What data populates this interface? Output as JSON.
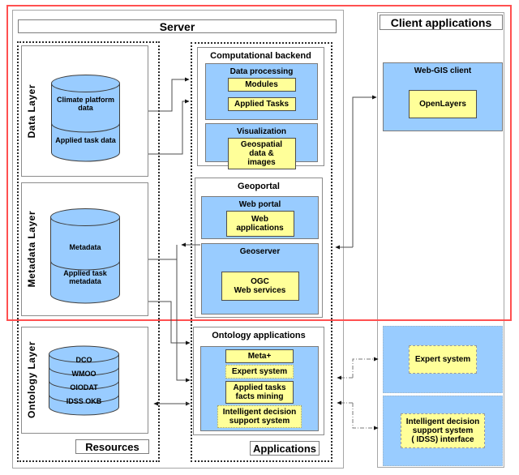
{
  "colors": {
    "panel_blue": "#99CCFF",
    "chip_yellow": "#FFFF99",
    "frame_red": "#FF5050"
  },
  "server": {
    "title": "Server"
  },
  "footers": {
    "resources": "Resources",
    "applications": "Applications"
  },
  "layers": {
    "data": {
      "label": "Data Layer",
      "db_top": "Climate platform\ndata",
      "db_bottom": "Applied task data"
    },
    "metadata": {
      "label": "Metadata Layer",
      "db_top": "Metadata",
      "db_bottom": "Applied task\nmetadata"
    },
    "ontology": {
      "label": "Ontology Layer",
      "bands": [
        "DCO",
        "WMOO",
        "OIODAT",
        "IDSS OKB"
      ]
    }
  },
  "backend": {
    "title": "Computational backend",
    "data_processing": {
      "title": "Data processing",
      "items": [
        "Modules",
        "Applied Tasks"
      ]
    },
    "visualization": {
      "title": "Visualization",
      "item": "Geospatial data &\nimages"
    }
  },
  "geoportal": {
    "title": "Geoportal",
    "web_portal": {
      "title": "Web portal",
      "item": "Web applications"
    },
    "geoserver": {
      "title": "Geoserver",
      "item": "OGC\nWeb services"
    }
  },
  "ontology_apps": {
    "title": "Ontology applications",
    "items": [
      {
        "label": "Meta+"
      },
      {
        "label": "Expert system"
      },
      {
        "label": "Applied tasks\nfacts mining"
      },
      {
        "label": "Intelligent decision\nsupport system"
      }
    ]
  },
  "client": {
    "title": "Client applications",
    "webgis": {
      "title": "Web-GIS client",
      "item": "OpenLayers"
    },
    "expert_system": {
      "item": "Expert system"
    },
    "idss": {
      "item": "Intelligent decision\nsupport system\n( IDSS) interface"
    }
  }
}
